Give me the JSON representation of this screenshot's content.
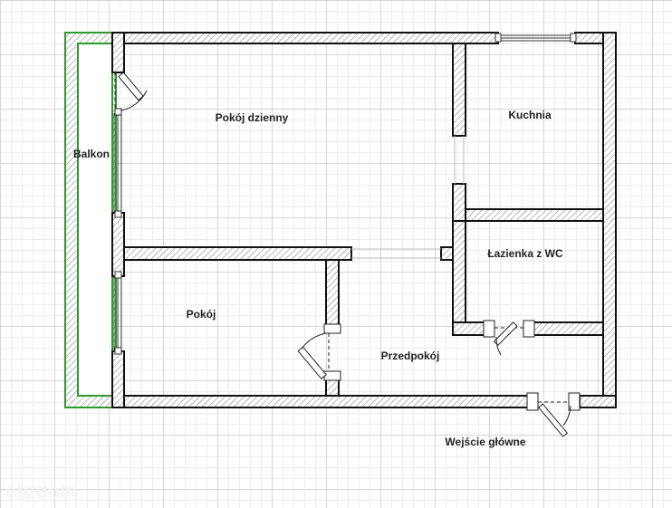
{
  "rooms": {
    "living_room": "Pokój dzienny",
    "kitchen": "Kuchnia",
    "balcony": "Balkon",
    "bathroom": "Łazienka z WC",
    "room": "Pokój",
    "hallway": "Przedpokój",
    "main_entrance": "Wejście główne"
  },
  "watermark": "otodom",
  "colors": {
    "wall_outline": "#111111",
    "hatch": "#888888",
    "balcony_outline": "#2e9a2e",
    "grid": "#d6d6d6"
  }
}
